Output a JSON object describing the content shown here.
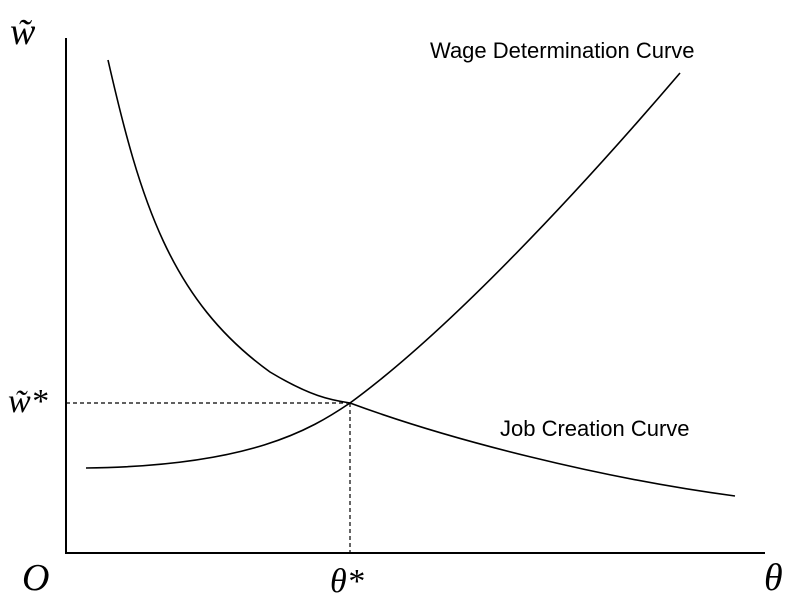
{
  "axes": {
    "origin_label": "O",
    "x_label": "θ",
    "y_label": "w̃"
  },
  "equilibrium": {
    "x_label": "θ*",
    "y_label": "w̃*"
  },
  "curves": {
    "wage_determination": {
      "label": "Wage Determination Curve"
    },
    "job_creation": {
      "label": "Job Creation Curve"
    }
  }
}
